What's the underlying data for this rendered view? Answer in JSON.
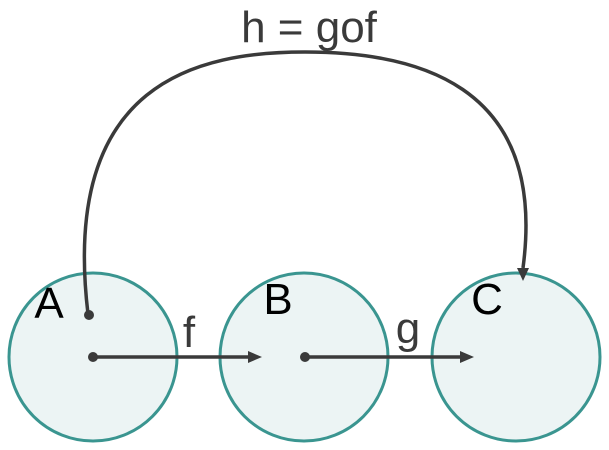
{
  "composite_label": "h = gof",
  "sets": {
    "a": "A",
    "b": "B",
    "c": "C"
  },
  "functions": {
    "f": "f",
    "g": "g"
  },
  "colors": {
    "circle_fill": "#ecf4f4",
    "circle_stroke": "#3a9590",
    "arrow": "#3a3a3a",
    "text": "#000000"
  }
}
